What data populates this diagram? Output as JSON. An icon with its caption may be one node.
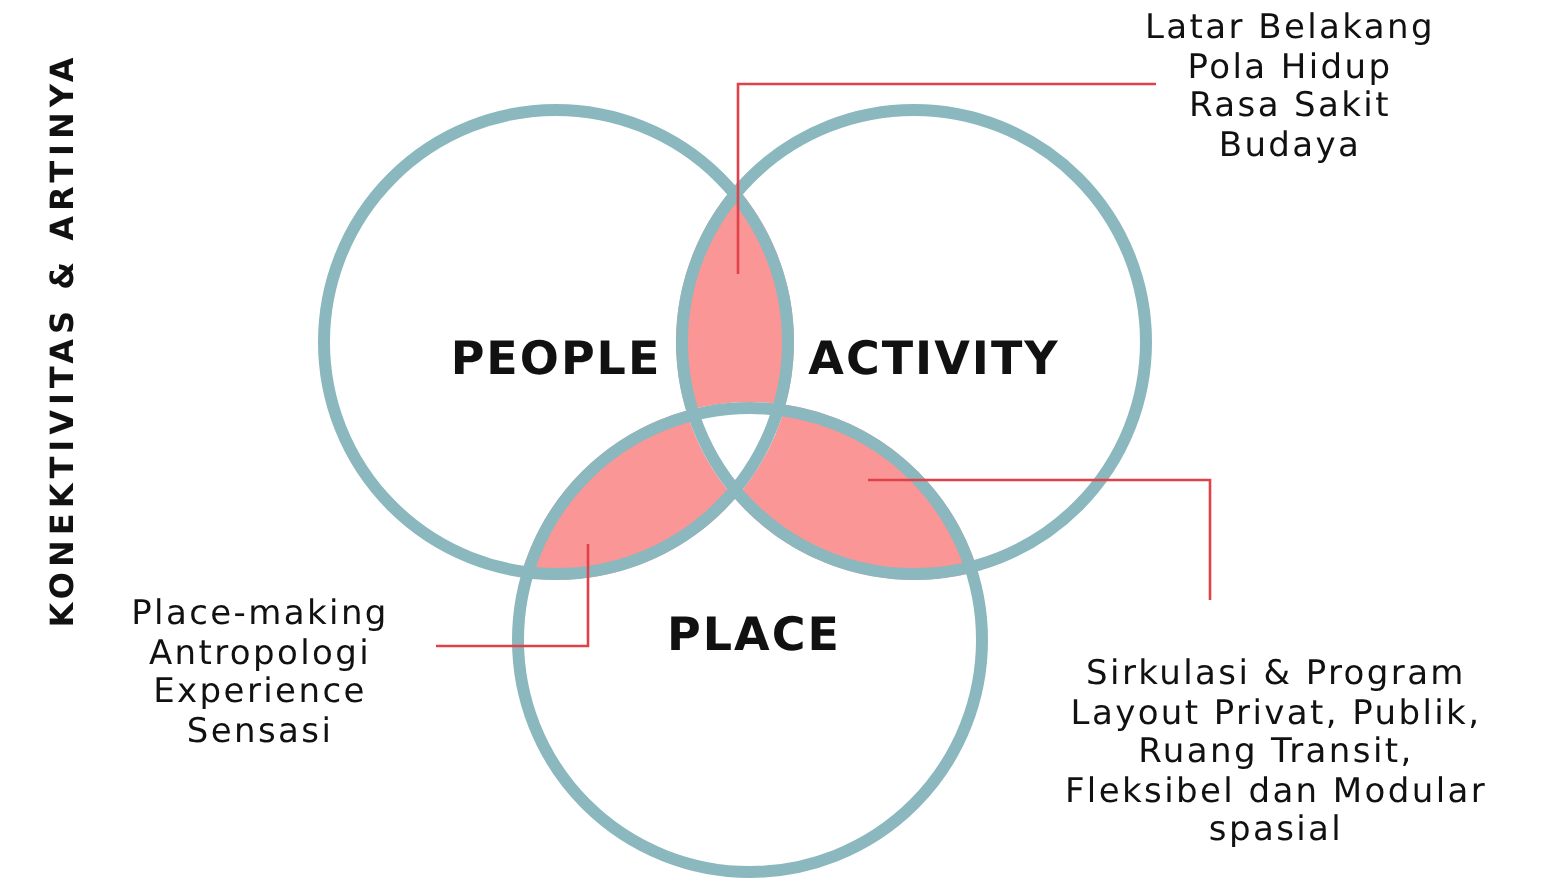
{
  "diagram": {
    "title": "KONEKTIVITAS & ARTINYA",
    "nodes": [
      {
        "text": [
          "PEOPLE"
        ]
      },
      {
        "text": [
          "ACTIVITY"
        ]
      },
      {
        "text": [
          "PLACE"
        ]
      },
      {
        "text": [],
        "shape": "lens"
      },
      {
        "text": [],
        "shape": "lens"
      },
      {
        "text": [],
        "shape": "lens"
      },
      {
        "text": [
          "Latar Belakang",
          "Pola Hidup",
          "Rasa Sakit",
          "Budaya"
        ]
      },
      {
        "text": [
          "Place-making",
          "Antropologi",
          "Experience",
          "Sensasi"
        ]
      },
      {
        "text": [
          "Sirkulasi & Program",
          "Layout Privat, Publik, Ruang Transit,",
          "Fleksibel dan Modular spasial"
        ]
      }
    ],
    "edges": [
      {
        "from": 6,
        "to": 3,
        "arrow": "none"
      },
      {
        "from": 7,
        "to": 4,
        "arrow": "none"
      },
      {
        "from": 8,
        "to": 5,
        "arrow": "none"
      }
    ]
  }
}
